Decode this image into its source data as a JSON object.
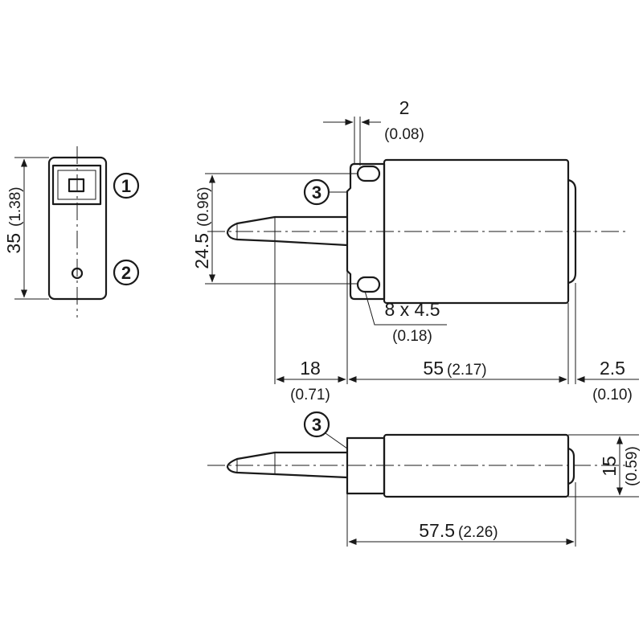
{
  "callouts": {
    "c1": "1",
    "c2": "2",
    "c3_top": "3",
    "c3_bottom": "3"
  },
  "dimensions": {
    "height_35": {
      "mm": "35",
      "inch": "(1.38)"
    },
    "height_24_5": {
      "mm": "24.5",
      "inch": "(0.96)"
    },
    "offset_2": {
      "mm": "2",
      "inch": "(0.08)"
    },
    "hole_8x4_5": {
      "mm": "8 x 4.5",
      "inch": "(0.18)"
    },
    "len_18": {
      "mm": "18",
      "inch": "(0.71)"
    },
    "len_55": {
      "mm": "55",
      "inch": "(2.17)"
    },
    "len_2_5": {
      "mm": "2.5",
      "inch": "(0.10)"
    },
    "height_15": {
      "mm": "15",
      "inch": "(0.59)"
    },
    "len_57_5": {
      "mm": "57.5",
      "inch": "(2.26)"
    }
  },
  "colors": {
    "line": "#1a1a1a",
    "background": "#ffffff"
  }
}
